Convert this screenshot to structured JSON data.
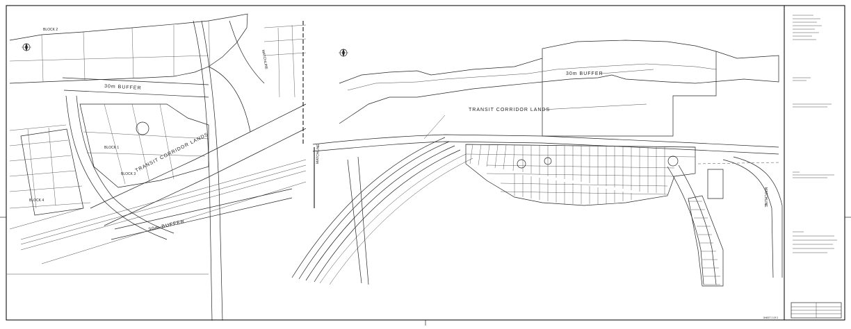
{
  "left_plan": {
    "title_label": "TRANSIT CORRIDOR LANDS",
    "buffer_top": "30m BUFFER",
    "buffer_bottom": "30m BUFFER",
    "block_label_1": "BLOCK 2",
    "block_label_2": "BLOCK 1",
    "block_label_3": "BLOCK 3",
    "block_label_4": "BLOCK 4",
    "line_label": "MATCHLINE"
  },
  "right_plan": {
    "title_label": "TRANSIT CORRIDOR LANDS",
    "buffer_label": "30m BUFFER",
    "matchline_left": "MATCHLINE",
    "matchline_right": "MATCHLINE"
  },
  "sheet": {
    "sheet_number": "SHEET 2 OF 2"
  },
  "colors": {
    "line": "#222222",
    "background": "#ffffff"
  }
}
